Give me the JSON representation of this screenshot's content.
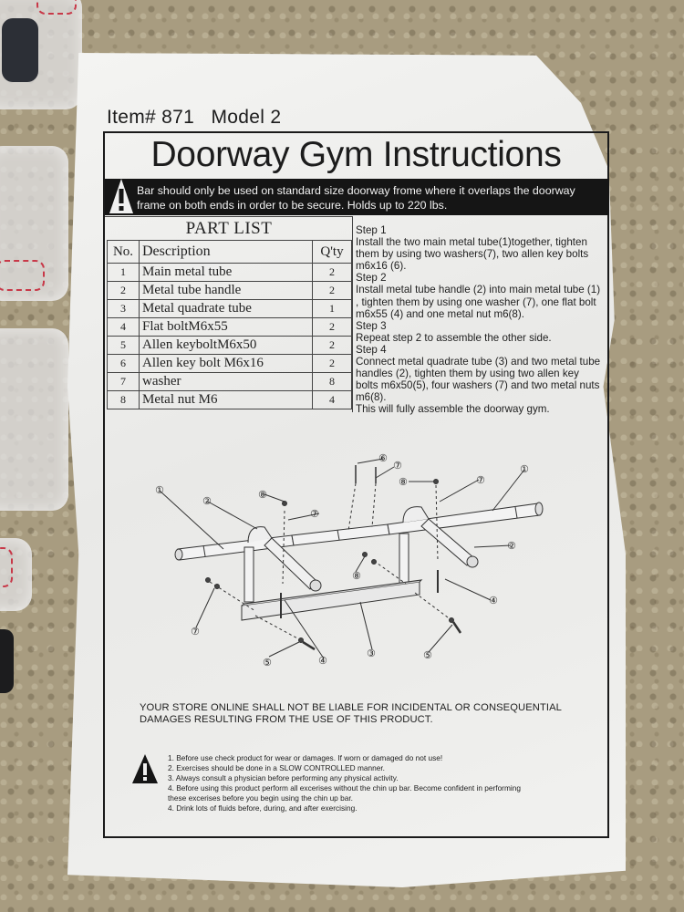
{
  "header": {
    "item_line": "Item# 871   Model 2",
    "title": "Doorway Gym Instructions"
  },
  "warning_banner": {
    "icon": "warning-triangle-icon",
    "text": "Bar should only be used on standard size doorway frome where it overlaps the doorway frame on both ends in order to be secure. Holds up to 220 lbs."
  },
  "part_list": {
    "title": "PART LIST",
    "columns": [
      "No.",
      "Description",
      "Q'ty"
    ],
    "rows": [
      {
        "no": "1",
        "description": "Main metal tube",
        "qty": "2"
      },
      {
        "no": "2",
        "description": "Metal tube handle",
        "qty": "2"
      },
      {
        "no": "3",
        "description": "Metal quadrate tube",
        "qty": "1"
      },
      {
        "no": "4",
        "description": "Flat boltM6x55",
        "qty": "2"
      },
      {
        "no": "5",
        "description": "Allen keyboltM6x50",
        "qty": "2"
      },
      {
        "no": "6",
        "description": "Allen key bolt M6x16",
        "qty": "2"
      },
      {
        "no": "7",
        "description": "washer",
        "qty": "8"
      },
      {
        "no": "8",
        "description": "Metal nut M6",
        "qty": "4"
      }
    ]
  },
  "steps": [
    {
      "heading": "Step 1",
      "body": "Install the two main metal tube(1)together, tighten them by using two washers(7), two allen key bolts m6x16 (6)."
    },
    {
      "heading": "Step 2",
      "body": "Install metal tube handle (2) into main metal tube (1) , tighten them by using one washer (7), one flat bolt m6x55 (4) and one metal nut m6(8)."
    },
    {
      "heading": "Step 3",
      "body": "Repeat step 2 to assemble the other side."
    },
    {
      "heading": "Step 4",
      "body": "Connect metal quadrate tube (3) and two metal tube handles (2),  tighten them by using two allen key bolts m6x50(5), four washers (7) and two metal nuts m6(8)."
    }
  ],
  "steps_footer": "This will fully assemble the doorway gym.",
  "diagram": {
    "callouts": [
      "①",
      "②",
      "⑥",
      "⑦",
      "⑧",
      "⑦",
      "⑦",
      "①",
      "⑧",
      "②",
      "⑧",
      "④",
      "⑦",
      "⑤",
      "④",
      "③",
      "⑤"
    ]
  },
  "liability": "YOUR STORE ONLINE SHALL NOT BE LIABLE FOR INCIDENTAL OR CONSEQUENTIAL DAMAGES RESULTING FROM THE USE OF THIS PRODUCT.",
  "safety": {
    "icon": "warning-triangle-icon",
    "items": [
      "1. Before use check product for wear or damages. If worn or damaged do not use!",
      "2. Exercises should be done in a  SLOW CONTROLLED manner.",
      "3. Always consult a physician before performing any physical activity.",
      "4. Before using this product perform all excerises without the chin up bar. Become confident in performing",
      "these excerises before you begin using the chin up bar.",
      "4. Drink lots of fluids before, during, and after exercising."
    ]
  }
}
